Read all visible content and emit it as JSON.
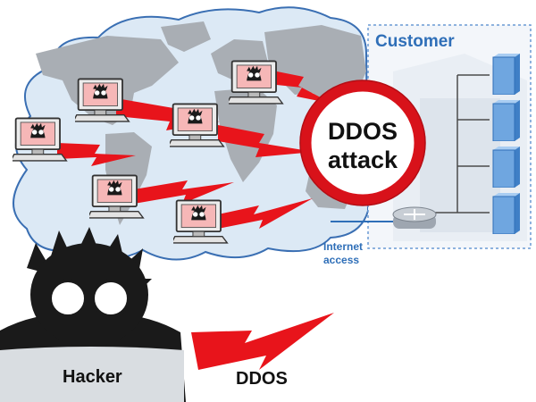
{
  "labels": {
    "customer": "Customer",
    "attack_line1": "DDOS",
    "attack_line2": "attack",
    "internet_line1": "Internet",
    "internet_line2": "access",
    "hacker": "Hacker",
    "ddos": "DDOS"
  },
  "colors": {
    "cloud_fill": "#dce9f5",
    "cloud_edge": "#3a6fb3",
    "continent": "#a9aeb4",
    "bolt_red": "#e8141b",
    "sign_red": "#d8121a",
    "customer_blue": "#2f6fb8",
    "server_blue": "#6fa6e0",
    "hacker_black": "#1a1a1a"
  },
  "icons": {
    "bot_computer": "infected-computer-icon",
    "server": "server-icon",
    "router": "router-icon",
    "hacker": "hacker-icon",
    "bolt": "lightning-bolt-icon"
  }
}
